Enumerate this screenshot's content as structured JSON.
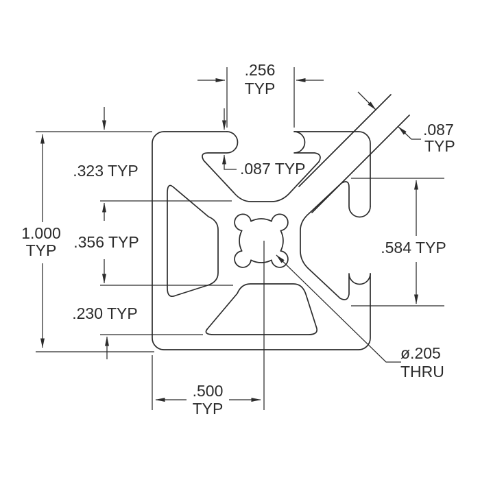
{
  "drawing": {
    "type": "technical-cross-section",
    "subject": "t-slot-extrusion-profile",
    "line_color": "#2b2b2b",
    "background_color": "#ffffff",
    "labels": {
      "slot_opening_top": {
        "value": ".256",
        "qualifier": "TYP"
      },
      "lip_thickness": {
        "text": ".087 TYP"
      },
      "web_thickness": {
        "value": ".087",
        "qualifier": "TYP"
      },
      "slot_depth": {
        "text": ".323 TYP"
      },
      "overall_size": {
        "value": "1.000",
        "qualifier": "TYP"
      },
      "hub_width": {
        "text": ".356 TYP"
      },
      "cavity_depth": {
        "text": ".230 TYP"
      },
      "slot_cavity_width": {
        "text": ".584 TYP"
      },
      "half_width": {
        "value": ".500",
        "qualifier": "TYP"
      },
      "center_bore": {
        "value": "ø.205",
        "qualifier": "THRU"
      }
    }
  }
}
